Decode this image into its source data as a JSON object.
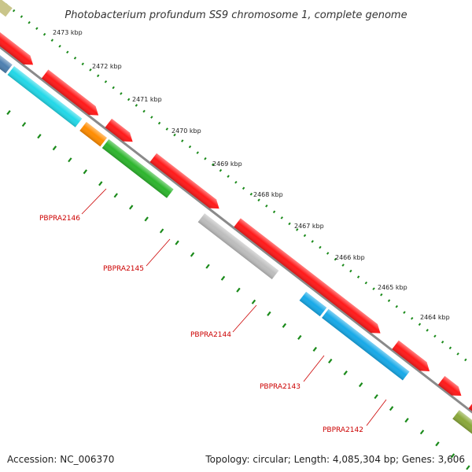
{
  "title": "Photobacterium profundum SS9 chromosome 1, complete genome",
  "accession": "Accession: NC_006370",
  "summary": "Topology: circular; Length: 4,085,304 bp; Genes: 3,606",
  "ticks": [
    "2473 kbp",
    "2472 kbp",
    "2471 kbp",
    "2470 kbp",
    "2469 kbp",
    "2468 kbp",
    "2467 kbp",
    "2466 kbp",
    "2465 kbp",
    "2464 kbp"
  ],
  "genes": [
    {
      "label": "PBPRA2146",
      "color": "#ff8c00"
    },
    {
      "label": "PBPRA2145",
      "color": "#2db52d"
    },
    {
      "label": "PBPRA2144",
      "color": "#bdbdbd"
    },
    {
      "label": "PBPRA2143",
      "color": "#17a9e8"
    },
    {
      "label": "PBPRA2142",
      "color": "#17a9e8"
    }
  ],
  "colors": {
    "forward_strand": "#ff1a1a",
    "backbone": "#8a8a8a",
    "ticks": "#1a8a1a",
    "extra_blue": "#4d7fb0",
    "extra_cyan": "#22d8e8",
    "extra_olive": "#8aa83a",
    "extra_khaki": "#c9c58a",
    "label": "#cc0000"
  }
}
